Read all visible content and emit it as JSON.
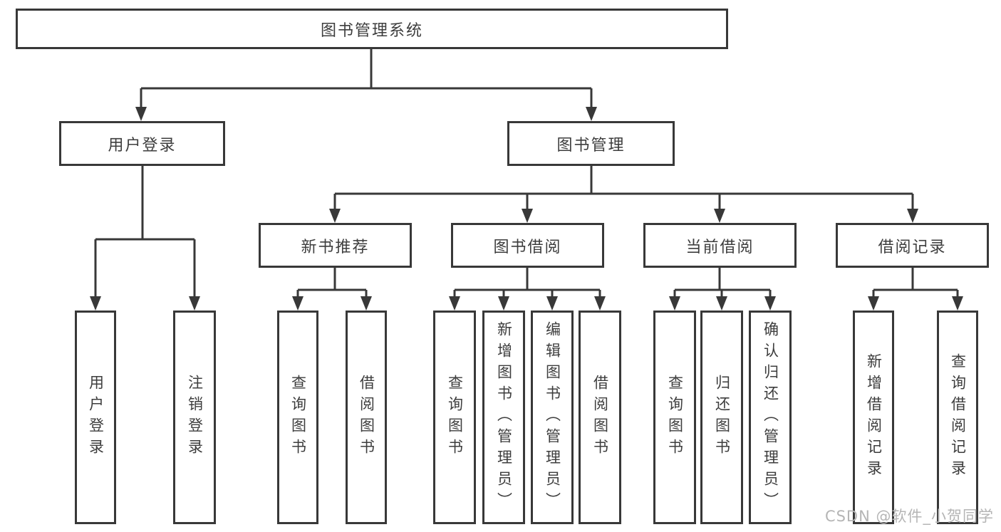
{
  "tree": {
    "root": "图书管理系统",
    "branches": [
      {
        "label": "用户登录",
        "children": [
          "用户登录",
          "注销登录"
        ]
      },
      {
        "label": "图书管理",
        "sub_branches": [
          {
            "label": "新书推荐",
            "children": [
              "查询图书",
              "借阅图书"
            ]
          },
          {
            "label": "图书借阅",
            "children": [
              "查询图书",
              "新增图书（管理员）",
              "编辑图书（管理员）",
              "借阅图书"
            ]
          },
          {
            "label": "当前借阅",
            "children": [
              "查询图书",
              "归还图书",
              "确认归还（管理员）"
            ]
          },
          {
            "label": "借阅记录",
            "children": [
              "新增借阅记录",
              "查询借阅记录"
            ]
          }
        ]
      }
    ]
  },
  "watermark": "CSDN @软件_小贺同学",
  "colors": {
    "line": "#383838",
    "text": "#3d3d3d",
    "background": "#ffffff",
    "watermark": "#b5b5b5"
  }
}
